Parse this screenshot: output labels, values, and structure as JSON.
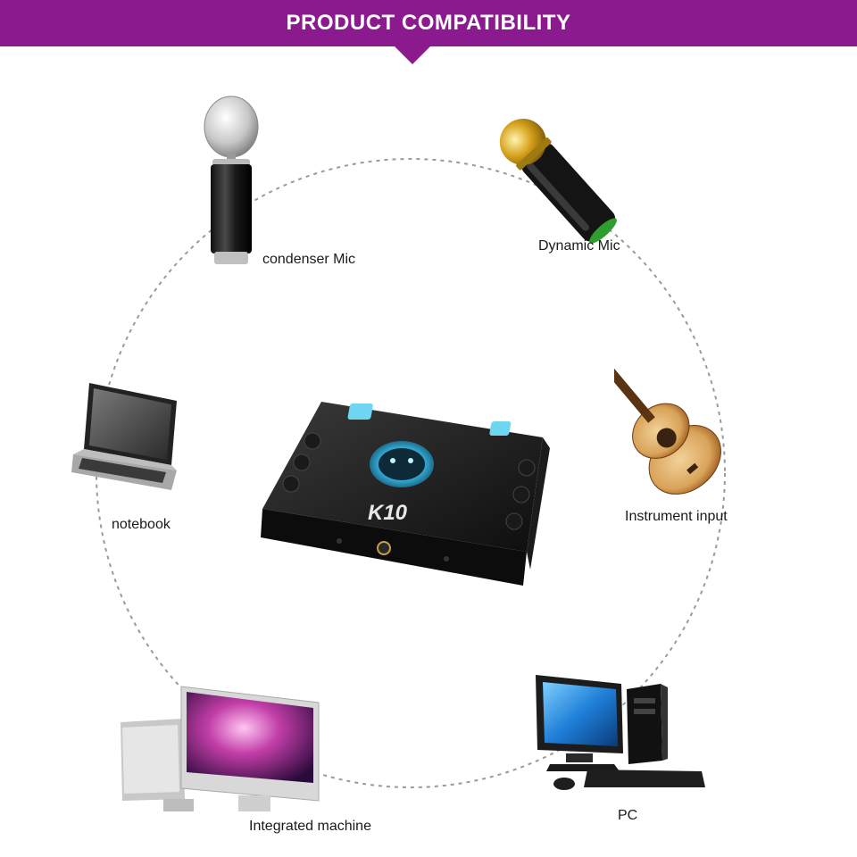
{
  "header": {
    "title": "PRODUCT COMPATIBILITY"
  },
  "colors": {
    "banner": "#8b1a8f",
    "ring": "#9a9a9a",
    "device_screen_glow": "#3fd0ff"
  },
  "center_device": {
    "model_label": "K10"
  },
  "devices": [
    {
      "label": "condenser Mic",
      "icon": "condenser-mic-icon"
    },
    {
      "label": "Dynamic Mic",
      "icon": "dynamic-mic-icon"
    },
    {
      "label": "notebook",
      "icon": "notebook-icon"
    },
    {
      "label": "Instrument input",
      "icon": "guitar-icon"
    },
    {
      "label": "Integrated machine",
      "icon": "all-in-one-computer-icon"
    },
    {
      "label": "PC",
      "icon": "desktop-pc-icon"
    }
  ]
}
